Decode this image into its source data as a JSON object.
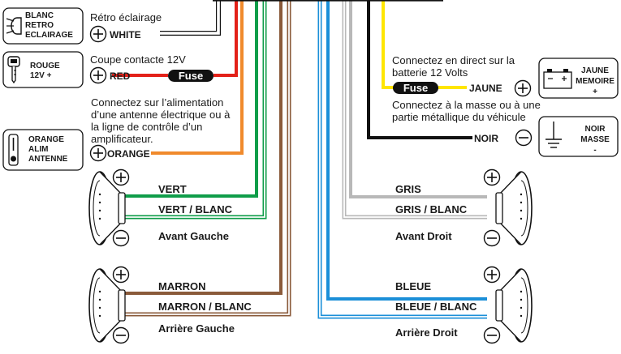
{
  "colors": {
    "red": "#e32119",
    "orange": "#f08a2c",
    "green": "#0f9d49",
    "brown": "#8a5a3a",
    "blue": "#1b8fd8",
    "gray": "#b8b8b8",
    "yellow": "#ffe600",
    "black": "#111111",
    "white": "#ffffff"
  },
  "left_panel": {
    "white": {
      "icon": "lamp-icon",
      "box_lines": [
        "BLANC",
        "RETRO",
        "ECLAIRAGE"
      ],
      "description": "Rétro éclairage",
      "sign": "+",
      "label": "WHITE"
    },
    "red": {
      "icon": "ignition-key-icon",
      "box_lines": [
        "ROUGE",
        "12V +"
      ],
      "description": "Coupe contacte 12V",
      "sign": "+",
      "label": "RED",
      "fuse": "Fuse"
    },
    "orange": {
      "icon": "antenna-icon",
      "box_lines": [
        "ORANGE",
        "ALIM",
        "ANTENNE"
      ],
      "description_lines": [
        "Connectez sur l’alimentation",
        "d’une antenne électrique ou à",
        "la ligne de contrôle d’un",
        "amplificateur."
      ],
      "sign": "+",
      "label": "ORANGE"
    }
  },
  "right_panel": {
    "yellow": {
      "icon": "battery-icon",
      "box_lines": [
        "JAUNE",
        "MEMOIRE",
        "+"
      ],
      "description_lines": [
        "Connectez en direct sur la",
        "batterie 12 Volts"
      ],
      "sign": "+",
      "label": "JAUNE",
      "fuse": "Fuse"
    },
    "black": {
      "icon": "ground-icon",
      "box_lines": [
        "NOIR",
        "MASSE",
        "-"
      ],
      "description_lines": [
        "Connectez à la masse ou à une",
        "partie métallique du véhicule"
      ],
      "sign": "−",
      "label": "NOIR"
    }
  },
  "speakers": {
    "front_left": {
      "wire_pos": "VERT",
      "wire_neg": "VERT / BLANC",
      "caption": "Avant Gauche",
      "plus": "+",
      "minus": "−"
    },
    "front_right": {
      "wire_pos": "GRIS",
      "wire_neg": "GRIS / BLANC",
      "caption": "Avant Droit",
      "plus": "+",
      "minus": "−"
    },
    "rear_left": {
      "wire_pos": "MARRON",
      "wire_neg": "MARRON / BLANC",
      "caption": "Arrière Gauche",
      "plus": "+",
      "minus": "−"
    },
    "rear_right": {
      "wire_pos": "BLEUE",
      "wire_neg": "BLEUE / BLANC",
      "caption": "Arrière Droit",
      "plus": "+",
      "minus": "−"
    }
  }
}
